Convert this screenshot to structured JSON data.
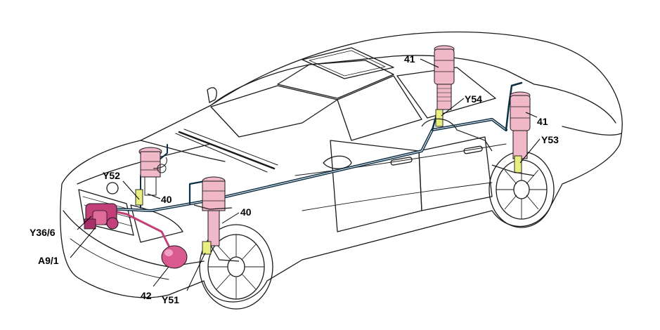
{
  "diagram": {
    "labels": {
      "a91": "A9/1",
      "y366": "Y36/6",
      "y52": "Y52",
      "y51": "Y51",
      "y53": "Y53",
      "y54": "Y54",
      "n40_front_left": "40",
      "n40_front_right": "40",
      "n41_rear_left": "41",
      "n41_rear_right": "41",
      "n42": "42"
    },
    "colors": {
      "line_art": "#1a1a1a",
      "air_line": "#0d2f45",
      "air_spring_pink": "#f0b8c8",
      "component_magenta": "#c2407a",
      "valve_yellow": "#e8ee80",
      "background": "#ffffff"
    }
  }
}
